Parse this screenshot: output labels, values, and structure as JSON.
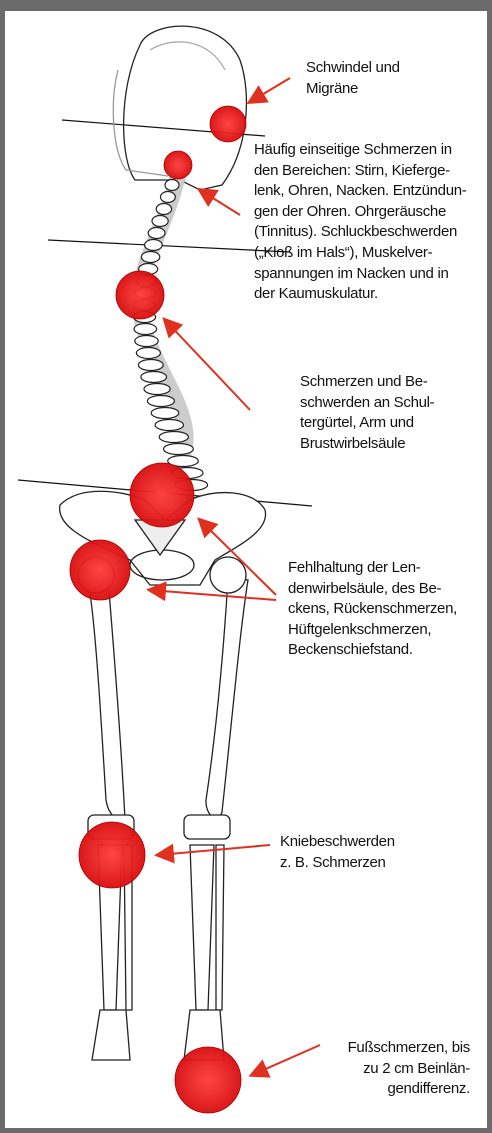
{
  "annotations": [
    {
      "id": "head",
      "lines": [
        "Schwindel und",
        "Migräne"
      ]
    },
    {
      "id": "neck",
      "lines": [
        "Häufig einseitige Schmerzen in",
        "den Bereichen: Stirn, Kieferge-",
        "lenk, Ohren, Nacken. Entzündun-",
        "gen der Ohren. Ohrgeräusche",
        "(Tinnitus). Schluckbeschwerden",
        "(„Kloß im Hals“), Muskelver-",
        "spannungen im Nacken und in",
        "der Kaumuskulatur."
      ]
    },
    {
      "id": "shoulder",
      "lines": [
        "Schmerzen und Be-",
        "schwerden an Schul-",
        "tergürtel, Arm und",
        "Brustwirbelsäule"
      ]
    },
    {
      "id": "pelvis",
      "lines": [
        "Fehlhaltung der Len-",
        "denwirbelsäule, des Be-",
        "ckens, Rückenschmerzen,",
        "Hüftgelenkschmerzen,",
        "Beckenschiefstand."
      ]
    },
    {
      "id": "knee",
      "lines": [
        "Kniebeschwerden",
        "z. B. Schmerzen"
      ]
    },
    {
      "id": "foot",
      "lines": [
        "Fußschmerzen, bis",
        "zu 2 cm Beinlän-",
        "gendifferenz."
      ]
    }
  ],
  "colors": {
    "marker": "#e01010",
    "arrow": "#e03020",
    "frame": "#6b6b6b"
  }
}
